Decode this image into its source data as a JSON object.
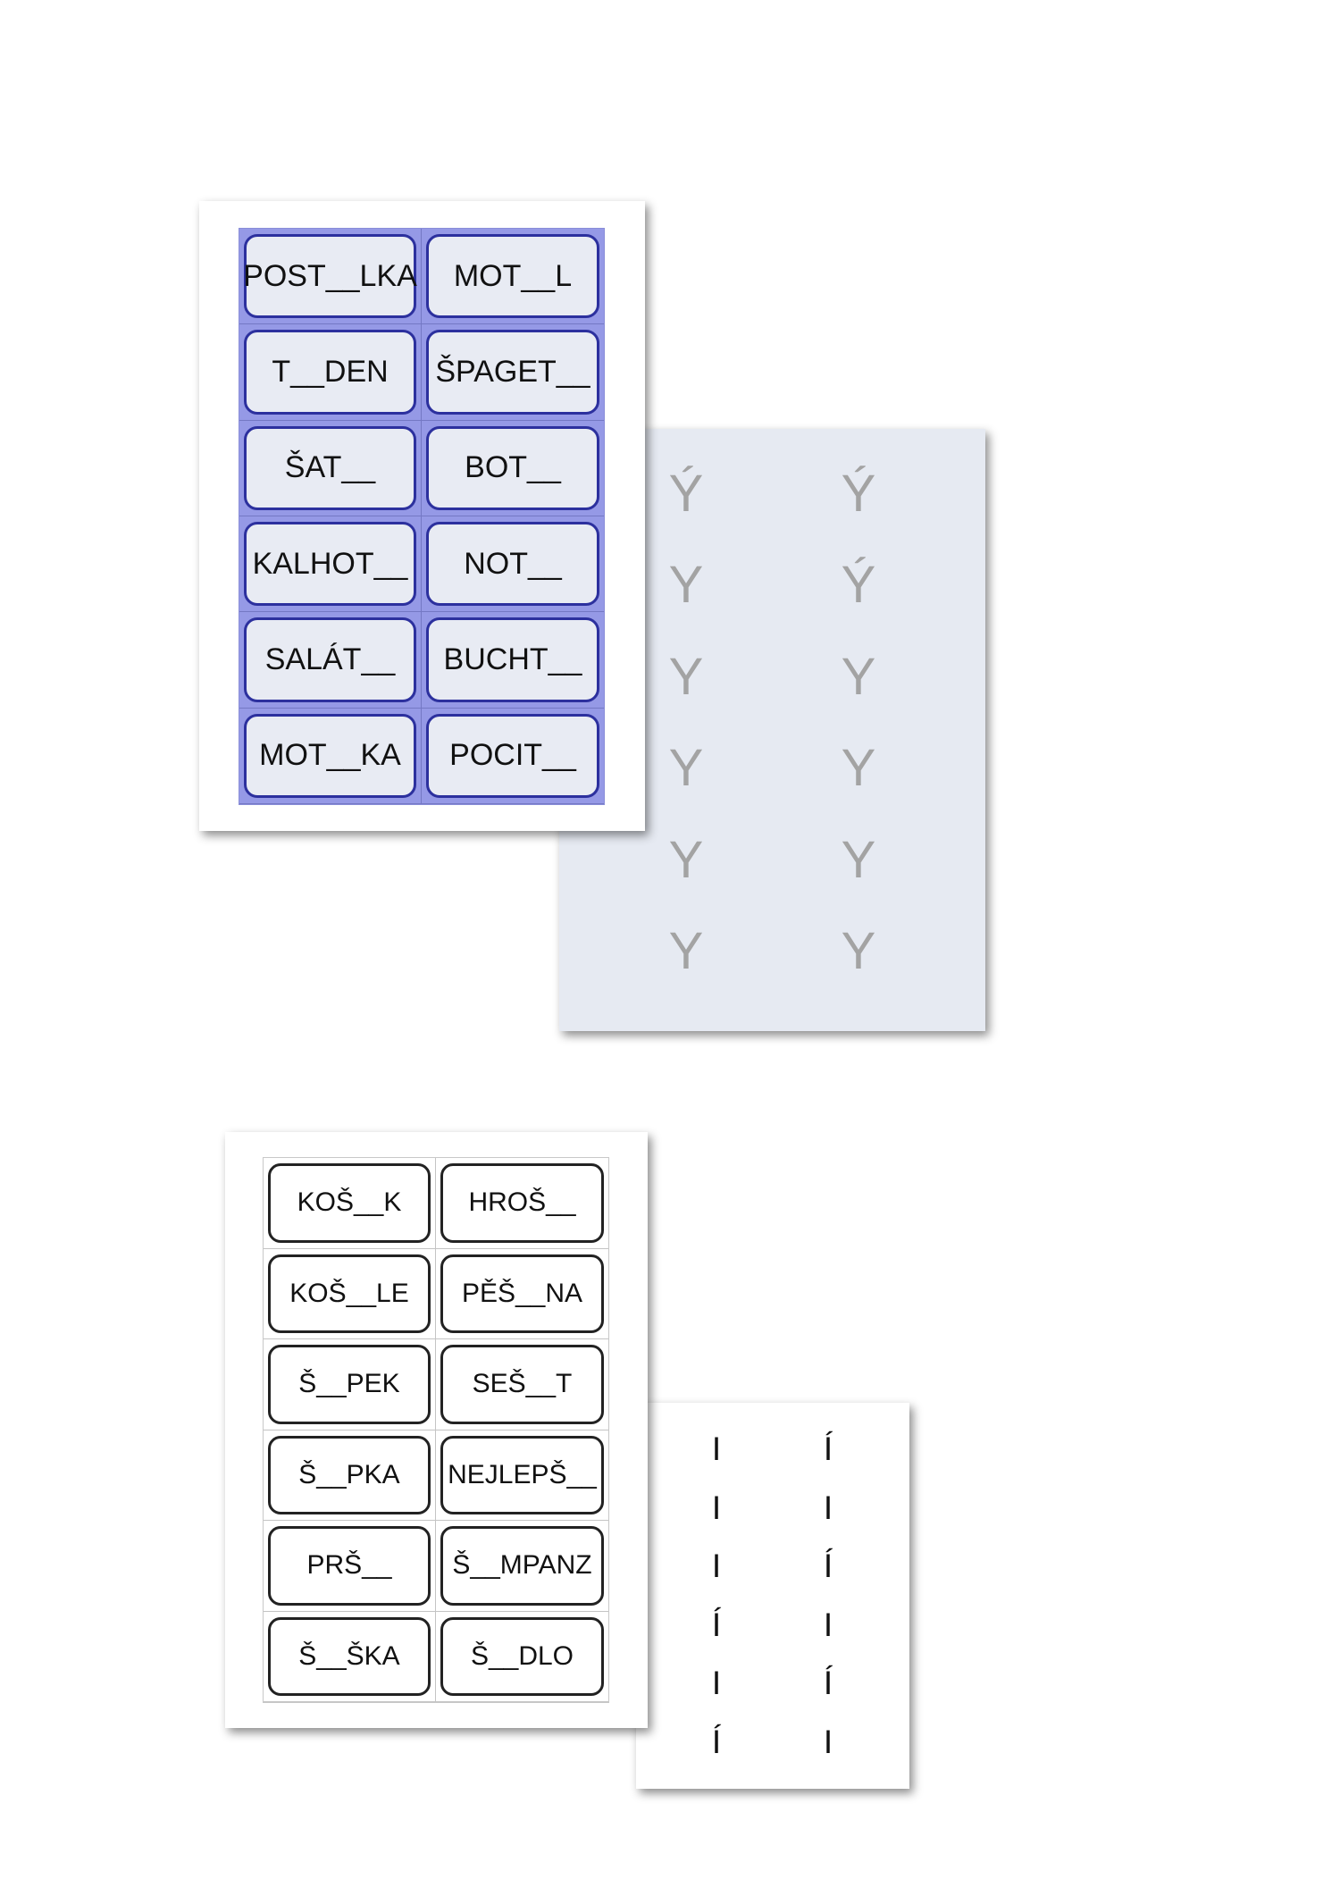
{
  "worksheet_y": {
    "cards": [
      [
        "POST__LKA",
        "MOT__L"
      ],
      [
        "T__DEN",
        "ŠPAGET__"
      ],
      [
        "ŠAT__",
        "BOT__"
      ],
      [
        "KALHOT__",
        "NOT__"
      ],
      [
        "SALÁT__",
        "BUCHT__"
      ],
      [
        "MOT__KA",
        "POCIT__"
      ]
    ],
    "answers": [
      [
        "Ý",
        "Ý"
      ],
      [
        "Y",
        "Ý"
      ],
      [
        "Y",
        "Y"
      ],
      [
        "Y",
        "Y"
      ],
      [
        "Y",
        "Y"
      ],
      [
        "Y",
        "Y"
      ]
    ],
    "colors": {
      "grid_background": "#9599e6",
      "card_fill": "#e8ebf3",
      "card_border": "#2c309e",
      "answer_page_background": "#e6eaf2",
      "answer_letter": "#a3a3a3"
    }
  },
  "worksheet_i": {
    "cards": [
      [
        "KOŠ__K",
        "HROŠ__"
      ],
      [
        "KOŠ__LE",
        "PĚŠ__NA"
      ],
      [
        "Š__PEK",
        "SEŠ__T"
      ],
      [
        "Š__PKA",
        "NEJLEPŠ__"
      ],
      [
        "PRŠ__",
        "Š__MPANZ"
      ],
      [
        "Š__ŠKA",
        "Š__DLO"
      ]
    ],
    "answers": [
      [
        "I",
        "Í"
      ],
      [
        "I",
        "I"
      ],
      [
        "I",
        "Í"
      ],
      [
        "Í",
        "I"
      ],
      [
        "I",
        "Í"
      ],
      [
        "Í",
        "I"
      ]
    ],
    "colors": {
      "card_fill": "#ffffff",
      "card_border": "#222222",
      "answer_letter": "#111111"
    }
  }
}
